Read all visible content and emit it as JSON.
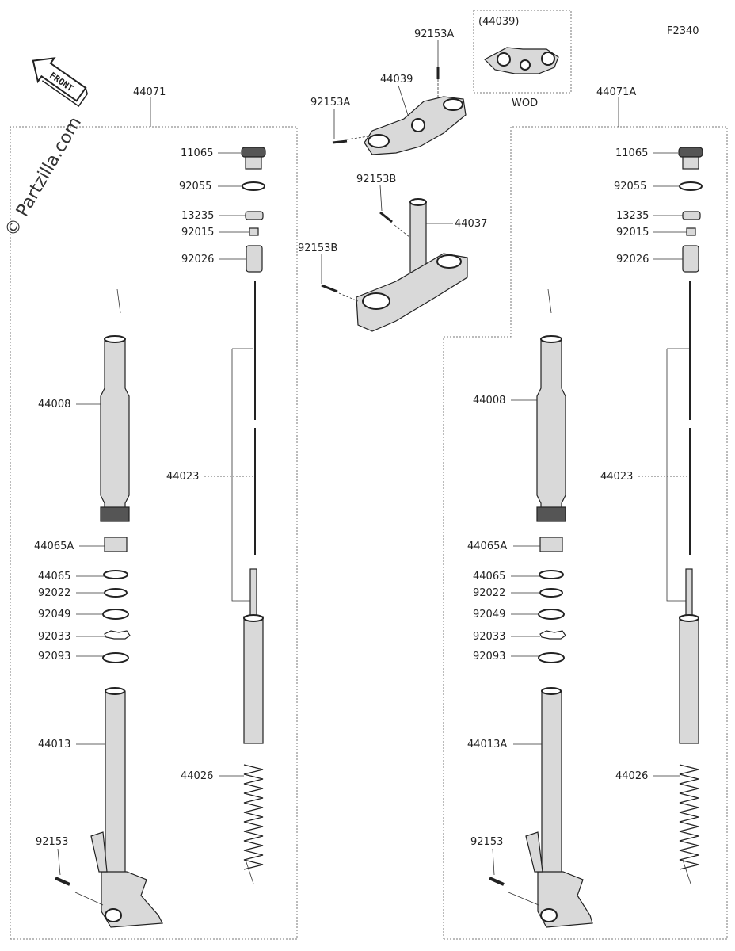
{
  "figure_code": "F2340",
  "watermark": "© Partzilla.com",
  "front_label": "FRONT",
  "top": {
    "bolt_a_top": "92153A",
    "bolt_a_left": "92153A",
    "upper_bracket": "44039",
    "bolt_b_top": "92153B",
    "bolt_b_left": "92153B",
    "stem": "44037",
    "inset_label": "(44039)",
    "inset_caption": "WOD"
  },
  "left": {
    "assembly": "44071",
    "labels": {
      "cap": "11065",
      "oring": "92055",
      "collar": "13235",
      "nut": "92015",
      "spacer": "92026",
      "outer_tube": "44008",
      "rod": "44023",
      "bushing_a": "44065A",
      "bushing": "44065",
      "washer": "92022",
      "oil_seal": "92049",
      "circlip": "92033",
      "dust_seal": "92093",
      "inner_tube": "44013",
      "spring": "44026",
      "bolt": "92153"
    }
  },
  "right": {
    "assembly": "44071A",
    "labels": {
      "cap": "11065",
      "oring": "92055",
      "collar": "13235",
      "nut": "92015",
      "spacer": "92026",
      "outer_tube": "44008",
      "rod": "44023",
      "bushing_a": "44065A",
      "bushing": "44065",
      "washer": "92022",
      "oil_seal": "92049",
      "circlip": "92033",
      "dust_seal": "92093",
      "inner_tube": "44013A",
      "spring": "44026",
      "bolt": "92153"
    }
  }
}
